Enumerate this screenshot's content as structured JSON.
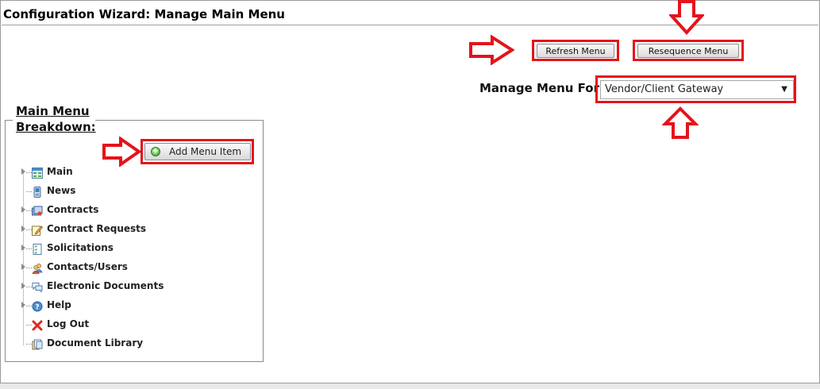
{
  "header": {
    "title": "Configuration Wizard: Manage Main Menu"
  },
  "toolbar": {
    "refresh_label": "Refresh Menu",
    "resequence_label": "Resequence Menu"
  },
  "manage_menu": {
    "label": "Manage Menu For:",
    "selected": "Vendor/Client Gateway"
  },
  "breakdown": {
    "legend": "Main Menu Breakdown:",
    "add_label": "Add Menu Item",
    "items": [
      {
        "label": "Main",
        "icon": "grid-icon",
        "expandable": true
      },
      {
        "label": "News",
        "icon": "phone-icon",
        "expandable": false
      },
      {
        "label": "Contracts",
        "icon": "contracts-icon",
        "expandable": true
      },
      {
        "label": "Contract Requests",
        "icon": "pencil-icon",
        "expandable": true
      },
      {
        "label": "Solicitations",
        "icon": "checklist-icon",
        "expandable": true
      },
      {
        "label": "Contacts/Users",
        "icon": "users-icon",
        "expandable": true
      },
      {
        "label": "Electronic Documents",
        "icon": "chat-bubbles-icon",
        "expandable": true
      },
      {
        "label": "Help",
        "icon": "help-icon",
        "expandable": true
      },
      {
        "label": "Log Out",
        "icon": "red-x-icon",
        "expandable": false
      },
      {
        "label": "Document Library",
        "icon": "library-icon",
        "expandable": false
      }
    ]
  },
  "colors": {
    "highlight": "#e3141c",
    "border": "#8a8a8a"
  }
}
